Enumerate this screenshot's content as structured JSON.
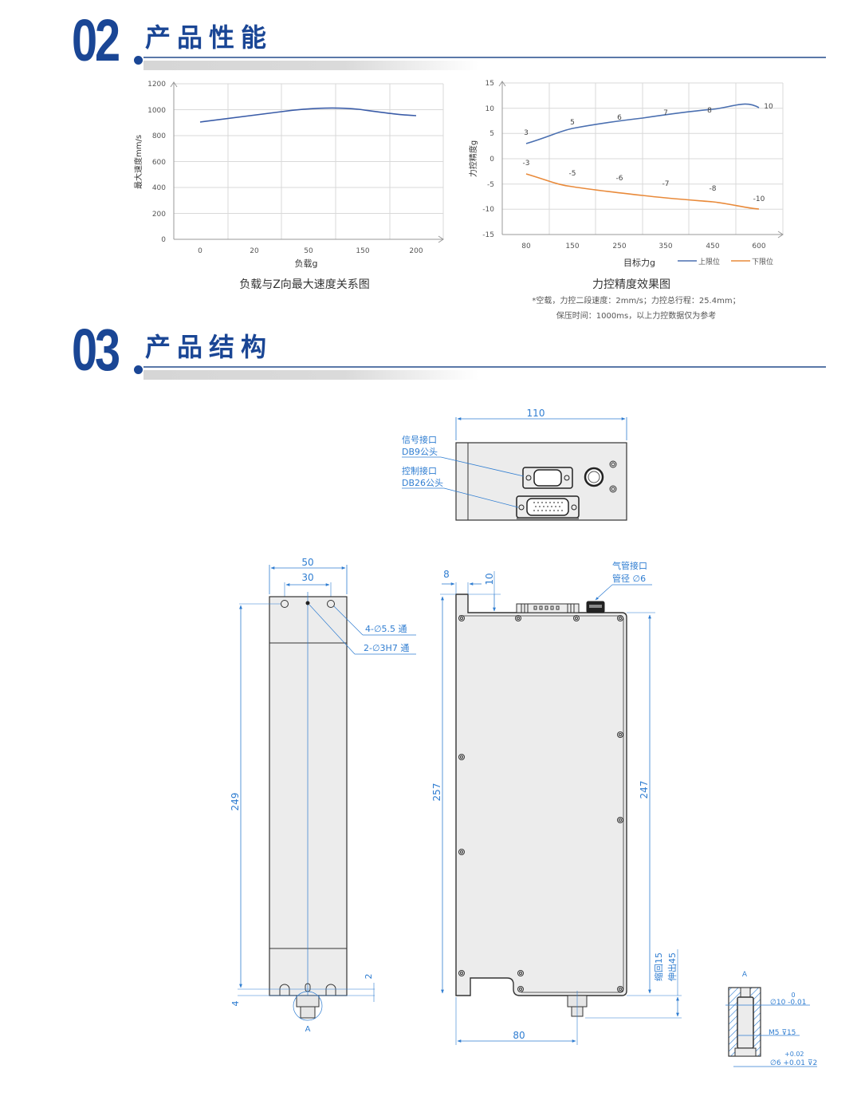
{
  "section_02": {
    "number": "02",
    "title": "产品性能"
  },
  "section_03": {
    "number": "03",
    "title": "产品结构"
  },
  "chart_data": [
    {
      "type": "line",
      "title": "负载与Z向最大速度关系图",
      "xlabel": "负载g",
      "ylabel": "最大速度mm/s",
      "categories": [
        "0",
        "20",
        "50",
        "150",
        "200"
      ],
      "series": [
        {
          "name": "最大速度",
          "values": [
            910,
            950,
            1000,
            1005,
            960
          ],
          "color": "#3a5ca8"
        }
      ],
      "ylim": [
        0,
        1200
      ],
      "yticks": [
        0,
        200,
        400,
        600,
        800,
        1000,
        1200
      ],
      "grid": true
    },
    {
      "type": "line",
      "title": "力控精度效果图",
      "xlabel": "目标力g",
      "ylabel": "力控精度g",
      "categories": [
        "80",
        "150",
        "250",
        "350",
        "450",
        "600"
      ],
      "series": [
        {
          "name": "上限位",
          "values": [
            3,
            5,
            6,
            7,
            8,
            10
          ],
          "color": "#4a6fb0"
        },
        {
          "name": "下限位",
          "values": [
            -3,
            -5,
            -6,
            -7,
            -8,
            -10
          ],
          "color": "#e98a3a"
        }
      ],
      "ylim": [
        -15,
        15
      ],
      "yticks": [
        -15,
        -10,
        -5,
        0,
        5,
        10,
        15
      ],
      "legend_position": "bottom-right",
      "grid": true
    }
  ],
  "chart1": {
    "title": "负载与Z向最大速度关系图",
    "xlabel": "负载g",
    "ylabel": "最大速度mm/s",
    "xticks": [
      "0",
      "20",
      "50",
      "150",
      "200"
    ],
    "yticks": [
      "0",
      "200",
      "400",
      "600",
      "800",
      "1000",
      "1200"
    ]
  },
  "chart2": {
    "title": "力控精度效果图",
    "xlabel": "目标力g",
    "ylabel": "力控精度g",
    "xticks": [
      "80",
      "150",
      "250",
      "350",
      "450",
      "600"
    ],
    "yticks": [
      "15",
      "10",
      "5",
      "0",
      "-5",
      "-10",
      "-15"
    ],
    "upper_labels": [
      "3",
      "5",
      "6",
      "7",
      "8",
      "10"
    ],
    "lower_labels": [
      "-3",
      "-5",
      "-6",
      "-7",
      "-8",
      "-10"
    ],
    "legend_upper": "上限位",
    "legend_lower": "下限位",
    "note_line1": "*空载，力控二段速度：2mm/s；力控总行程：25.4mm；",
    "note_line2": "保压时间：1000ms，以上力控数据仅为参考"
  },
  "drawing": {
    "top_view": {
      "width_dim": "110",
      "signal_port": "信号接口",
      "signal_type": "DB9公头",
      "control_port": "控制接口",
      "control_type": "DB26公头"
    },
    "side_view": {
      "dim_50": "50",
      "dim_30": "30",
      "hole_1": "4-∅5.5 通",
      "hole_2": "2-∅3H7 通",
      "dim_249": "249",
      "dim_4": "4",
      "dim_2": "2",
      "detail_ref": "A"
    },
    "front_view": {
      "dim_8": "8",
      "dim_10": "10",
      "air_port": "气管接口",
      "air_dia": "管径 ∅6",
      "dim_257": "257",
      "dim_247": "247",
      "retract": "缩回15",
      "extend": "伸出45",
      "dim_80": "80"
    },
    "detail_a": {
      "label": "A",
      "tol_top": "0",
      "dia_10": "∅10 -0.01",
      "m5": "M5 ⊽15",
      "tol_plus": "+0.02",
      "dia_6": "∅6 +0.01 ⊽2"
    }
  }
}
